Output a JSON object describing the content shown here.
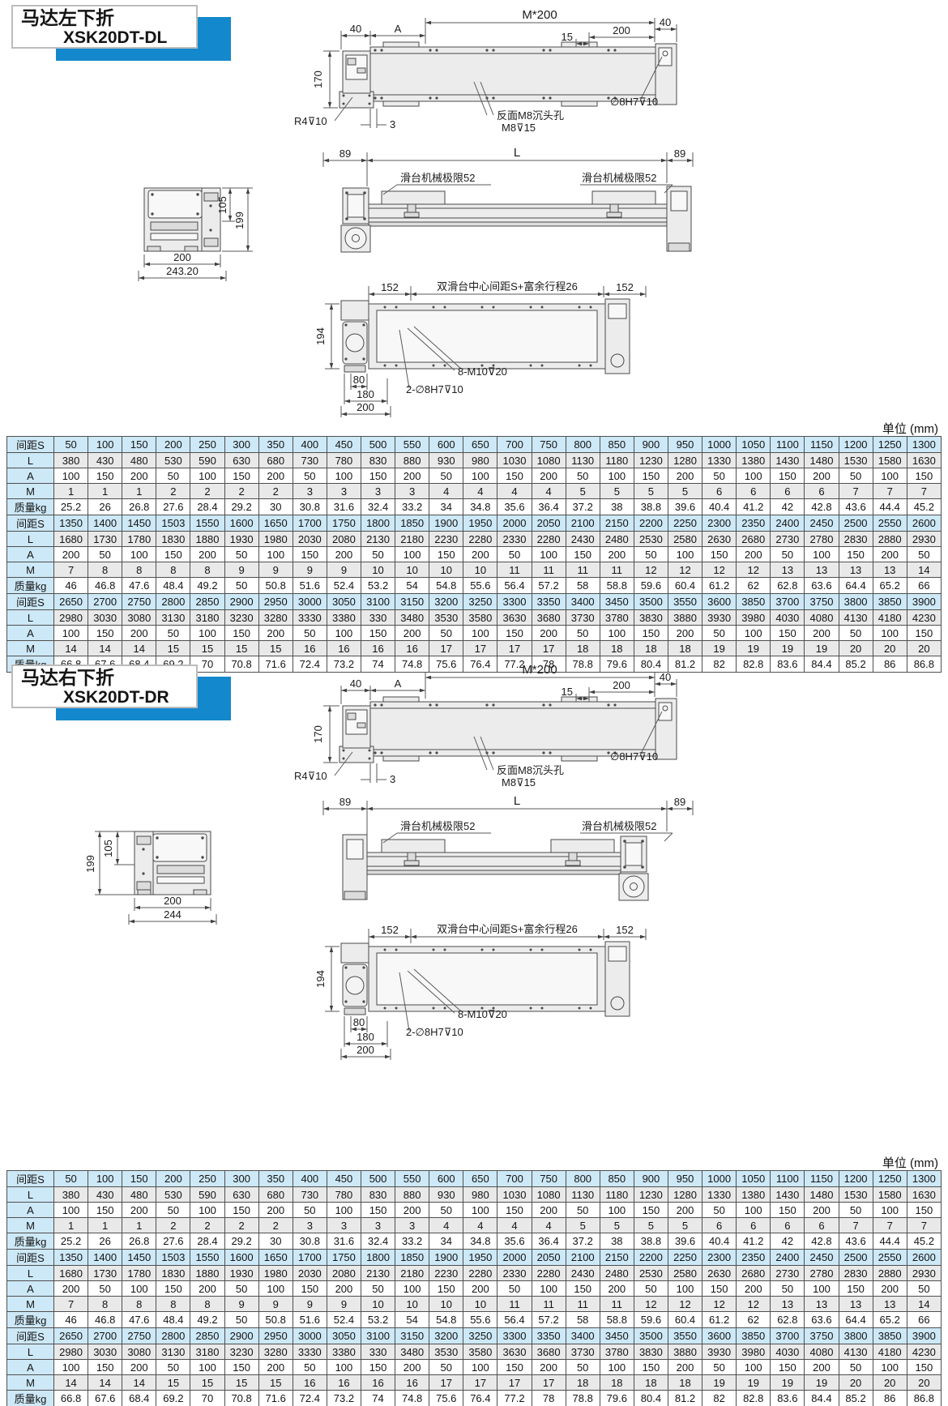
{
  "page": {
    "unit_label": "单位 (mm)"
  },
  "colors": {
    "accent_blue": "#1488cc",
    "table_header_blue": "#cde8f6",
    "row_shade_gray": "#e9e9e9"
  },
  "sections": [
    {
      "title_line1": "马达左下折",
      "title_line2": "XSK20DT-DL",
      "end_view": {
        "height_inner": "105",
        "height_outer": "199",
        "width_body": "200",
        "width_total": "243.20"
      }
    },
    {
      "title_line1": "马达右下折",
      "title_line2": "XSK20DT-DR",
      "end_view": {
        "height_inner": "105",
        "height_outer": "199",
        "width_body": "200",
        "width_total": "244"
      }
    }
  ],
  "top_view": {
    "dim_40_left": "40",
    "dim_a": "A",
    "dim_m200": "M*200",
    "dim_15": "15",
    "dim_200": "200",
    "dim_40_right": "40",
    "dim_170": "170",
    "dim_r4": "R4⊽10",
    "dim_3": "3",
    "callout_counterbore": "反面M8沉头孔",
    "callout_m8": "M8⊽15",
    "callout_hole": "∅8H7⊽10"
  },
  "side_view": {
    "dim_89_left": "89",
    "dim_l": "L",
    "dim_89_right": "89",
    "limit_left": "滑台机械极限52",
    "limit_right": "滑台机械极限52"
  },
  "bottom_view": {
    "dim_152_left": "152",
    "dim_center_span": "双滑台中心间距S+富余行程26",
    "dim_152_right": "152",
    "dim_194": "194",
    "dim_80": "80",
    "dim_180": "180",
    "dim_200": "200",
    "callout_m10": "8-M10⊽20",
    "callout_hole": "2-∅8H7⊽10"
  },
  "table": {
    "row_labels": {
      "s": "间距S",
      "l": "L",
      "a": "A",
      "m": "M",
      "kg": "质量kg"
    },
    "blocks": [
      {
        "s": [
          50,
          100,
          150,
          200,
          250,
          300,
          350,
          400,
          450,
          500,
          550,
          600,
          650,
          700,
          750,
          800,
          850,
          900,
          950,
          1000,
          1050,
          1100,
          1150,
          1200,
          1250,
          1300
        ],
        "l": [
          380,
          430,
          480,
          530,
          590,
          630,
          680,
          730,
          780,
          830,
          880,
          930,
          980,
          1030,
          1080,
          1130,
          1180,
          1230,
          1280,
          1330,
          1380,
          1430,
          1480,
          1530,
          1580,
          1630
        ],
        "a": [
          100,
          150,
          200,
          50,
          100,
          150,
          200,
          50,
          100,
          150,
          200,
          50,
          100,
          150,
          200,
          50,
          100,
          150,
          200,
          50,
          100,
          150,
          200,
          50,
          100,
          150
        ],
        "m": [
          1,
          1,
          1,
          2,
          2,
          2,
          2,
          3,
          3,
          3,
          3,
          4,
          4,
          4,
          4,
          5,
          5,
          5,
          5,
          6,
          6,
          6,
          6,
          7,
          7,
          7
        ],
        "kg": [
          25.2,
          26,
          26.8,
          27.6,
          28.4,
          29.2,
          30,
          30.8,
          31.6,
          32.4,
          33.2,
          34,
          34.8,
          35.6,
          36.4,
          37.2,
          38,
          38.8,
          39.6,
          40.4,
          41.2,
          42,
          42.8,
          43.6,
          44.4,
          45.2
        ]
      },
      {
        "s": [
          1350,
          1400,
          1450,
          1503,
          1550,
          1600,
          1650,
          1700,
          1750,
          1800,
          1850,
          1900,
          1950,
          2000,
          2050,
          2100,
          2150,
          2200,
          2250,
          2300,
          2350,
          2400,
          2450,
          2500,
          2550,
          2600
        ],
        "l": [
          1680,
          1730,
          1780,
          1830,
          1880,
          1930,
          1980,
          2030,
          2080,
          2130,
          2180,
          2230,
          2280,
          2330,
          2280,
          2430,
          2480,
          2530,
          2580,
          2630,
          2680,
          2730,
          2780,
          2830,
          2880,
          2930
        ],
        "a": [
          200,
          50,
          100,
          150,
          200,
          50,
          100,
          150,
          200,
          50,
          100,
          150,
          200,
          50,
          100,
          150,
          200,
          50,
          100,
          150,
          200,
          50,
          100,
          150,
          200,
          50
        ],
        "m": [
          7,
          8,
          8,
          8,
          8,
          9,
          9,
          9,
          9,
          10,
          10,
          10,
          10,
          11,
          11,
          11,
          11,
          12,
          12,
          12,
          12,
          13,
          13,
          13,
          13,
          14
        ],
        "kg": [
          46,
          46.8,
          47.6,
          48.4,
          49.2,
          50,
          50.8,
          51.6,
          52.4,
          53.2,
          54,
          54.8,
          55.6,
          56.4,
          57.2,
          58,
          58.8,
          59.6,
          60.4,
          61.2,
          62,
          62.8,
          63.6,
          64.4,
          65.2,
          66
        ]
      },
      {
        "s": [
          2650,
          2700,
          2750,
          2800,
          2850,
          2900,
          2950,
          3000,
          3050,
          3100,
          3150,
          3200,
          3250,
          3300,
          3350,
          3400,
          3450,
          3500,
          3550,
          3600,
          3850,
          3700,
          3750,
          3800,
          3850,
          3900
        ],
        "l": [
          2980,
          3030,
          3080,
          3130,
          3180,
          3230,
          3280,
          3330,
          3380,
          330,
          3480,
          3530,
          3580,
          3630,
          3680,
          3730,
          3780,
          3830,
          3880,
          3930,
          3980,
          4030,
          4080,
          4130,
          4180,
          4230
        ],
        "a": [
          100,
          150,
          200,
          50,
          100,
          150,
          200,
          50,
          100,
          150,
          200,
          50,
          100,
          150,
          200,
          50,
          100,
          150,
          200,
          50,
          100,
          150,
          200,
          50,
          100,
          150
        ],
        "m": [
          14,
          14,
          14,
          15,
          15,
          15,
          15,
          16,
          16,
          16,
          16,
          17,
          17,
          17,
          17,
          18,
          18,
          18,
          18,
          19,
          19,
          19,
          19,
          20,
          20,
          20
        ],
        "kg": [
          66.8,
          67.6,
          68.4,
          69.2,
          70,
          70.8,
          71.6,
          72.4,
          73.2,
          74,
          74.8,
          75.6,
          76.4,
          77.2,
          78,
          78.8,
          79.6,
          80.4,
          81.2,
          82,
          82.8,
          83.6,
          84.4,
          85.2,
          86,
          86.8
        ]
      }
    ]
  }
}
